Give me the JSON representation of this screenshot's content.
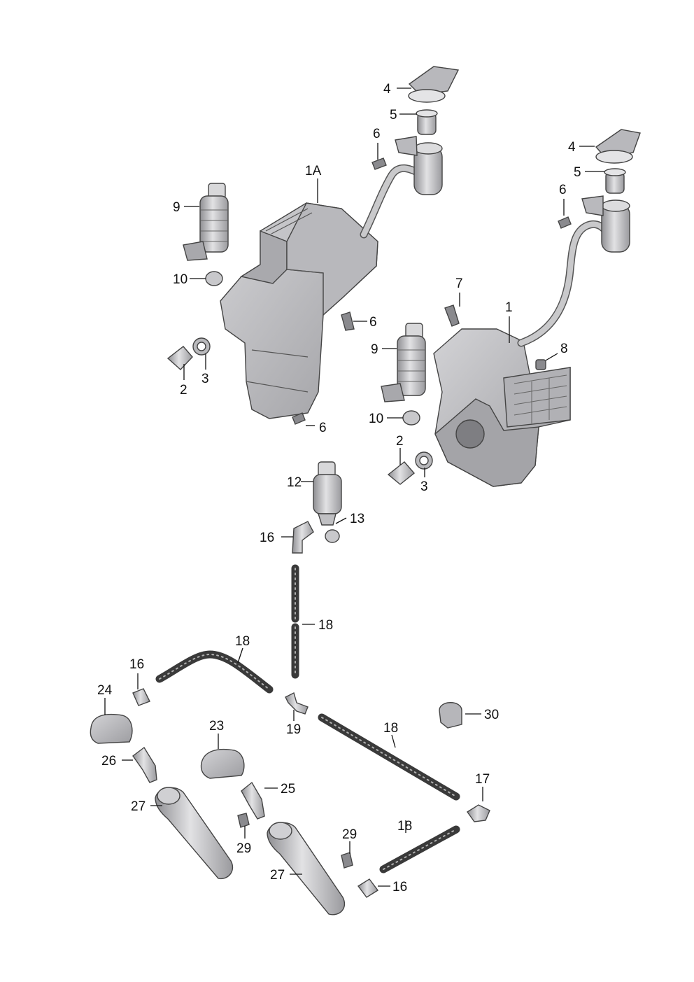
{
  "diagram": {
    "labels": [
      "4",
      "5",
      "6",
      "1A",
      "9",
      "10",
      "6",
      "2",
      "3",
      "6",
      "4",
      "5",
      "6",
      "7",
      "1",
      "8",
      "9",
      "10",
      "2",
      "3",
      "12",
      "13",
      "16",
      "18",
      "18",
      "16",
      "24",
      "19",
      "18",
      "30",
      "23",
      "26",
      "25",
      "27",
      "29",
      "17",
      "18",
      "29",
      "27",
      "16"
    ]
  },
  "colors": {
    "background": "#ffffff",
    "part_fill": "#c3c3c6",
    "part_shade": "#8e8e92",
    "outline": "#444444",
    "text": "#111111"
  }
}
